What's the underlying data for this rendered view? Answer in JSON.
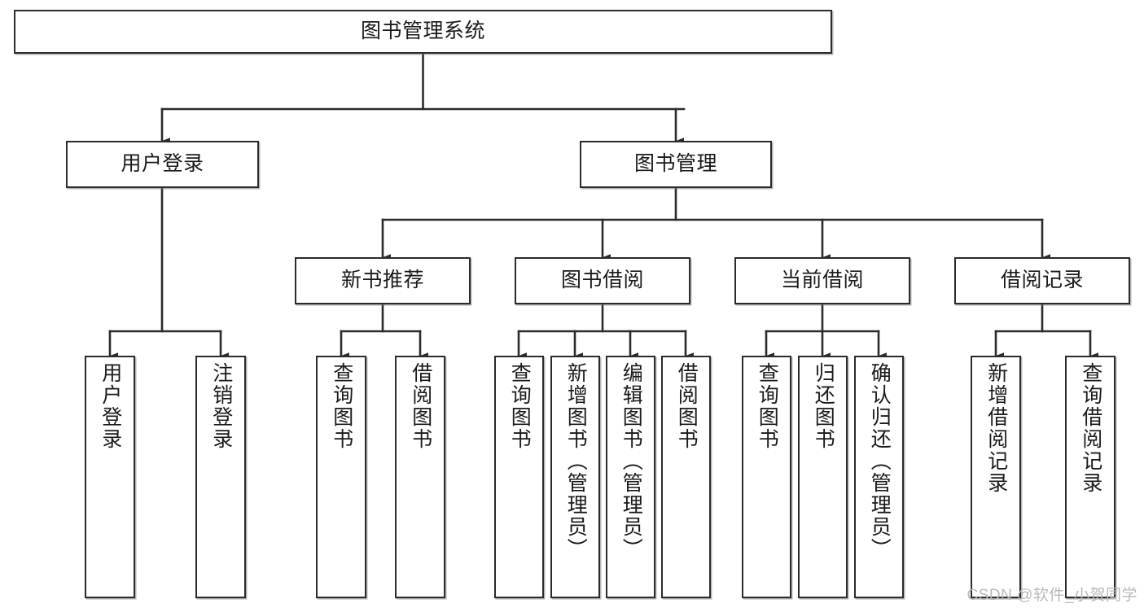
{
  "diagram": {
    "title": "图书管理系统",
    "watermark": "CSDN @软件_小贺同学",
    "line_color": "#2b2b2b",
    "box_fill": "#ffffff",
    "text_color": "#1a1a1a",
    "levels": {
      "root": {
        "label": "图书管理系统"
      },
      "level2": [
        {
          "label": "用户登录"
        },
        {
          "label": "图书管理"
        }
      ],
      "level3": [
        {
          "label": "新书推荐"
        },
        {
          "label": "图书借阅"
        },
        {
          "label": "当前借阅"
        },
        {
          "label": "借阅记录"
        }
      ],
      "leaves": {
        "user_login": [
          {
            "label": "用户登录"
          },
          {
            "label": "注销登录"
          }
        ],
        "new_book_recommend": [
          {
            "label": "查询图书"
          },
          {
            "label": "借阅图书"
          }
        ],
        "book_borrow": [
          {
            "label": "查询图书"
          },
          {
            "label": "新增图书（管理员）"
          },
          {
            "label": "编辑图书（管理员）"
          },
          {
            "label": "借阅图书"
          }
        ],
        "current_borrow": [
          {
            "label": "查询图书"
          },
          {
            "label": "归还图书"
          },
          {
            "label": "确认归还（管理员）"
          }
        ],
        "borrow_record": [
          {
            "label": "新增借阅记录"
          },
          {
            "label": "查询借阅记录"
          }
        ]
      }
    }
  }
}
